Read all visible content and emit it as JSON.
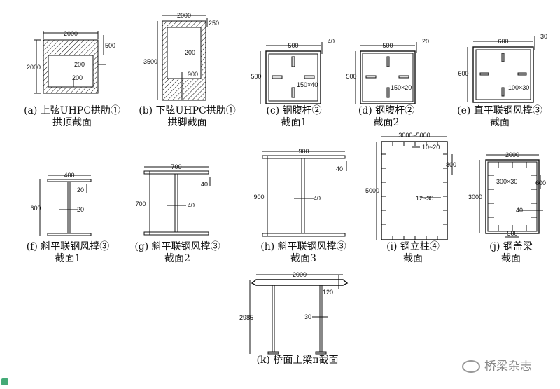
{
  "captions": {
    "a": {
      "line1": "(a) 上弦UHPC拱肋①",
      "line2": "拱顶截面"
    },
    "b": {
      "line1": "(b) 下弦UHPC拱肋①",
      "line2": "拱脚截面"
    },
    "c": {
      "line1": "(c) 钢腹杆②",
      "line2": "截面1"
    },
    "d": {
      "line1": "(d) 钢腹杆②",
      "line2": "截面2"
    },
    "e": {
      "line1": "(e) 直平联钢风撑③",
      "line2": "截面"
    },
    "f": {
      "line1": "(f) 斜平联钢风撑③",
      "line2": "截面1"
    },
    "g": {
      "line1": "(g) 斜平联钢风撑③",
      "line2": "截面2"
    },
    "h": {
      "line1": "(h) 斜平联钢风撑③",
      "line2": "截面3"
    },
    "i": {
      "line1": "(i) 钢立柱④",
      "line2": "截面"
    },
    "j": {
      "line1": "(j) 钢盖梁",
      "line2": "截面"
    },
    "k": {
      "line1": "(k) 桥面主梁π截面",
      "line2": ""
    }
  },
  "dims": {
    "a": {
      "width": "2000",
      "height": "2000",
      "top": "500",
      "inner_side": "200",
      "bottom": "200"
    },
    "b": {
      "width": "2000",
      "height": "3500",
      "top": "250",
      "inner_side": "200",
      "bottom": "900"
    },
    "c": {
      "width": "500",
      "height": "500",
      "plate": "40",
      "stiffener": "150×40"
    },
    "d": {
      "width": "500",
      "height": "500",
      "plate": "20",
      "stiffener": "150×20"
    },
    "e": {
      "width": "600",
      "height": "600",
      "plate": "30",
      "stiffener": "100×30"
    },
    "f": {
      "flange": "400",
      "height": "600",
      "flange_t": "20",
      "web_t": "20"
    },
    "g": {
      "flange": "700",
      "height": "700",
      "flange_t": "40",
      "web_t": "40"
    },
    "h": {
      "flange": "900",
      "height": "900",
      "flange_t": "40",
      "web_t": "40"
    },
    "i": {
      "width": "3000~5000",
      "height": "5000",
      "plate": "10~20",
      "spacing": "800",
      "stiffener": "12~30"
    },
    "j": {
      "width": "2000",
      "height": "3000",
      "stiffener": "300×30",
      "spacing": "600",
      "plate": "40",
      "bottom": "500"
    },
    "k": {
      "width": "2000",
      "height": "2985",
      "top": "120",
      "web": "30"
    }
  },
  "watermark": {
    "text": "桥梁杂志"
  }
}
